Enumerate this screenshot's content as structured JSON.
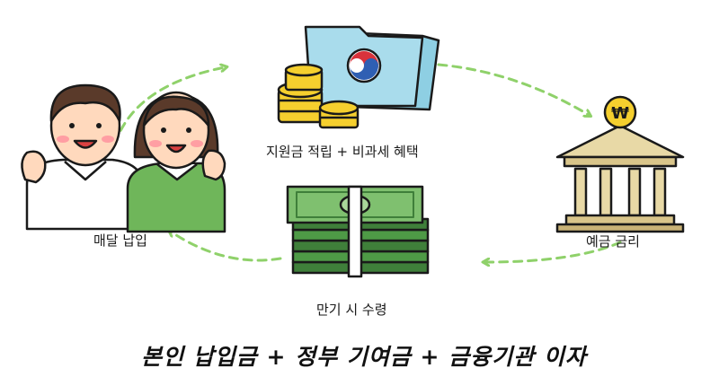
{
  "labels": {
    "people": "매달 납입",
    "folder": "지원금 적립 + 비과세 혜택",
    "bank": "예금 금리",
    "money": "만기 시 수령"
  },
  "bank_sign": "₩",
  "title": "본인 납입금 + 정부 기여금 + 금융기관 이자",
  "colors": {
    "arrow": "#8fd16a",
    "folder": "#a9dcec",
    "coin": "#f5cf2e",
    "bank": "#e8d9a6",
    "money": "#4e9a46",
    "shirt_green": "#6fb65a",
    "outline": "#1a1a1a"
  }
}
